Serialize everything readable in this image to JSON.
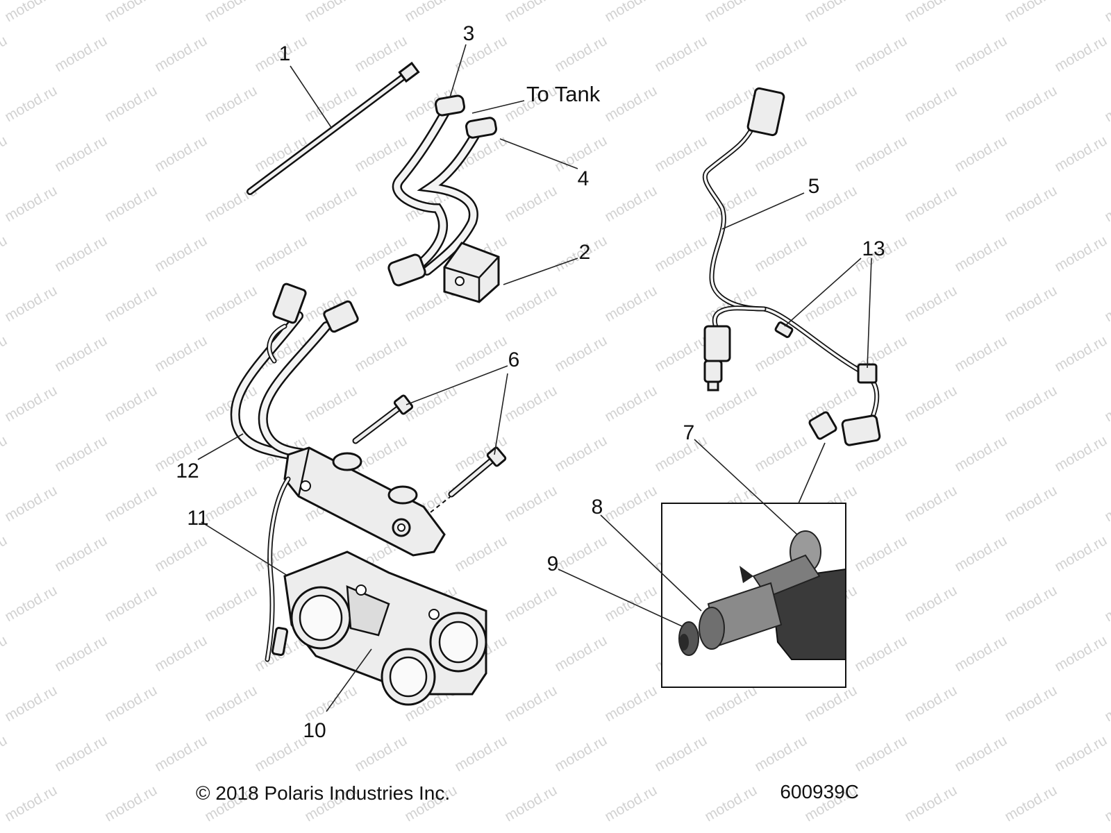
{
  "watermark": "motod.ru",
  "callouts": [
    {
      "id": "1",
      "label": "1"
    },
    {
      "id": "2",
      "label": "2"
    },
    {
      "id": "3",
      "label": "3"
    },
    {
      "id": "4",
      "label": "4"
    },
    {
      "id": "5",
      "label": "5"
    },
    {
      "id": "6",
      "label": "6"
    },
    {
      "id": "7",
      "label": "7"
    },
    {
      "id": "8",
      "label": "8"
    },
    {
      "id": "9",
      "label": "9"
    },
    {
      "id": "10",
      "label": "10"
    },
    {
      "id": "11",
      "label": "11"
    },
    {
      "id": "12",
      "label": "12"
    },
    {
      "id": "13",
      "label": "13"
    }
  ],
  "note_to_tank": "To Tank",
  "footer": {
    "copyright": "© 2018 Polaris Industries Inc.",
    "drawing_number": "600939C"
  }
}
